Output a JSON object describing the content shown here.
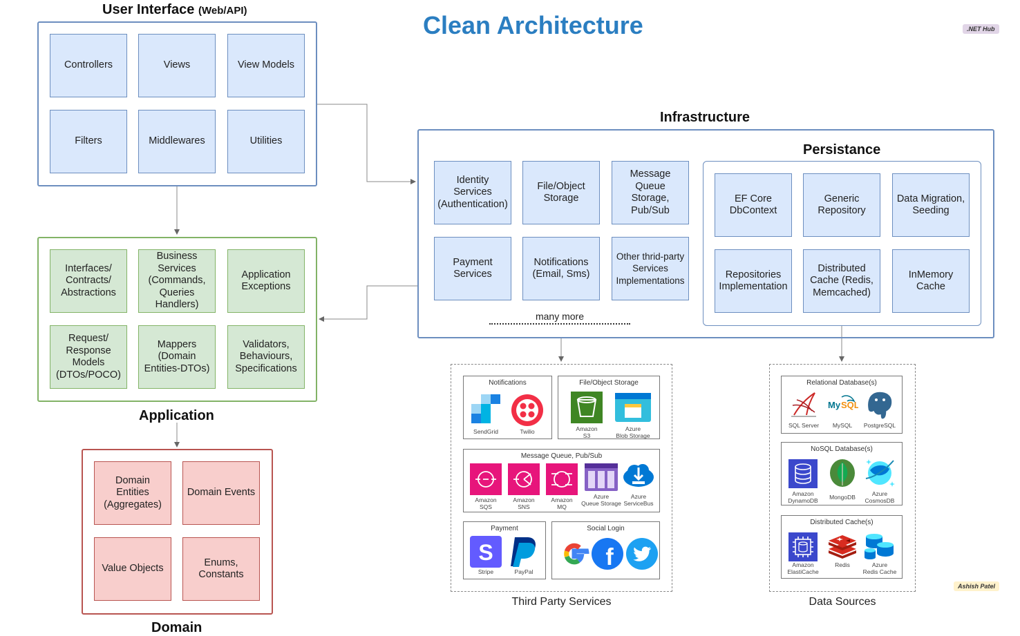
{
  "title": "Clean Architecture",
  "badges": {
    "net_hub": ".NET Hub",
    "author": "Ashish Patel"
  },
  "colors": {
    "title": "#2b7ec1",
    "ui_border": "#6c8ebf",
    "app_border": "#82b366",
    "domain_border": "#b85450"
  },
  "ui": {
    "title": "User Interface",
    "title_suffix": "(Web/API)",
    "items": [
      "Controllers",
      "Views",
      "View Models",
      "Filters",
      "Middlewares",
      "Utilities"
    ]
  },
  "application": {
    "title": "Application",
    "items": [
      "Interfaces/\nContracts/\nAbstractions",
      "Business\nServices\n(Commands,\nQueries\nHandlers)",
      "Application\nExceptions",
      "Request/\nResponse\nModels\n(DTOs/POCO)",
      "Mappers\n(Domain\nEntities-DTOs)",
      "Validators,\nBehaviours,\nSpecifications"
    ]
  },
  "domain": {
    "title": "Domain",
    "items": [
      "Domain\nEntities\n(Aggregates)",
      "Domain Events",
      "Value Objects",
      "Enums,\nConstants"
    ]
  },
  "infrastructure": {
    "title": "Infrastructure",
    "items": [
      "Identity\nServices\n(Authentication)",
      "File/Object\nStorage",
      "Message\nQueue\nStorage,\nPub/Sub",
      "Payment\nServices",
      "Notifications\n(Email, Sms)",
      "Other thrid-party\nServices\nImplementations"
    ],
    "many_more": "many more",
    "persistance": {
      "title": "Persistance",
      "items": [
        "EF Core\nDbContext",
        "Generic\nRepository",
        "Data Migration,\nSeeding",
        "Repositories\nImplementation",
        "Distributed\nCache (Redis,\nMemcached)",
        "InMemory\nCache"
      ]
    }
  },
  "third_party": {
    "caption": "Third Party Services",
    "groups": {
      "notifications": {
        "title": "Notifications",
        "items": [
          "SendGrid",
          "Twilio"
        ]
      },
      "file_storage": {
        "title": "File/Object Storage",
        "items": [
          "Amazon\nS3",
          "Azure\nBlob Storage"
        ]
      },
      "message_queue": {
        "title": "Message Queue, Pub/Sub",
        "items": [
          "Amazon\nSQS",
          "Amazon\nSNS",
          "Amazon\nMQ",
          "Azure\nQueue Storage",
          "Azure\nServiceBus"
        ]
      },
      "payment": {
        "title": "Payment",
        "items": [
          "Stripe",
          "PayPal"
        ]
      },
      "social_login": {
        "title": "Social Login"
      }
    }
  },
  "data_sources": {
    "caption": "Data Sources",
    "groups": {
      "relational": {
        "title": "Relational Database(s)",
        "items": [
          "SQL Server",
          "MySQL",
          "PostgreSQL"
        ]
      },
      "nosql": {
        "title": "NoSQL Database(s)",
        "items": [
          "Amazon\nDynamoDB",
          "MongoDB",
          "Azure\nCosmosDB"
        ]
      },
      "cache": {
        "title": "Distributed Cache(s)",
        "items": [
          "Amazon\nElastiCache",
          "Redis",
          "Azure\nRedis Cache"
        ]
      }
    }
  }
}
